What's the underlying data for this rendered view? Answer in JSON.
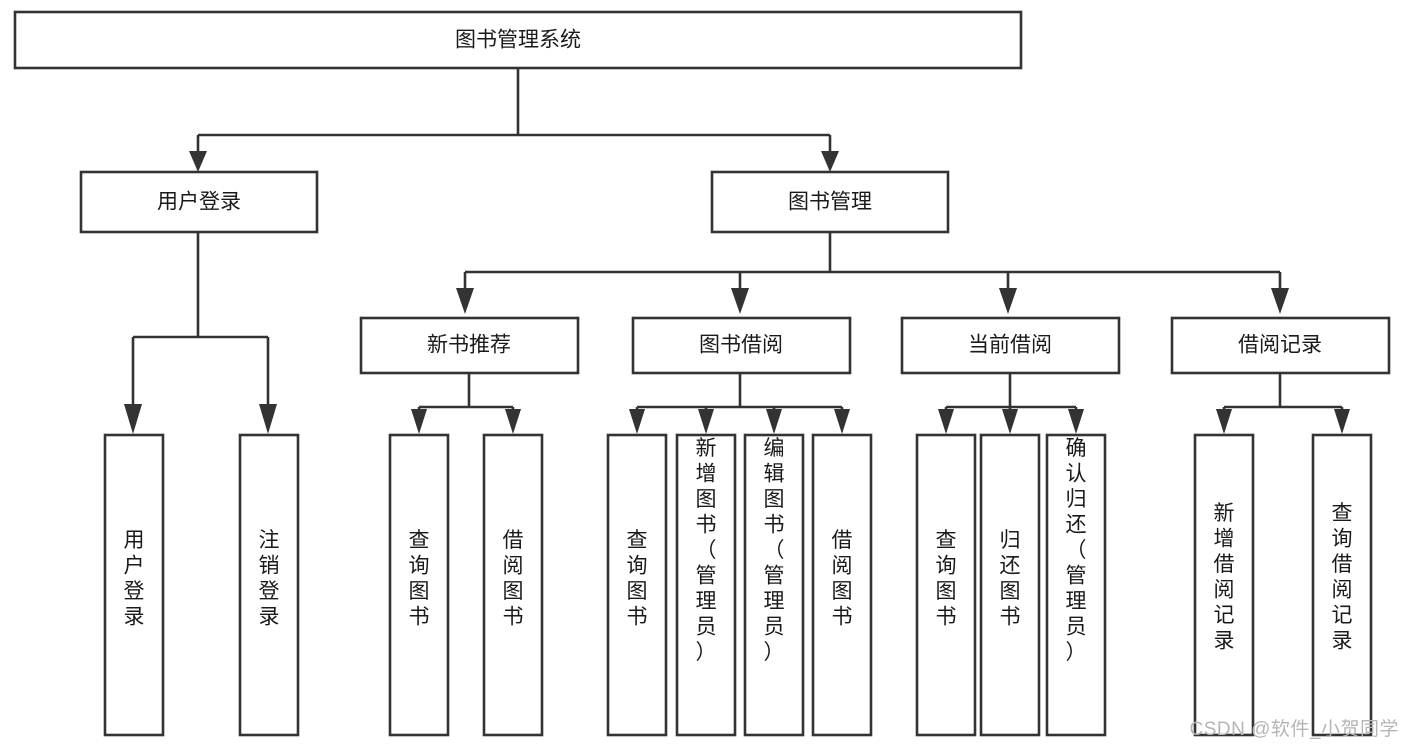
{
  "diagram": {
    "type": "tree-hierarchy",
    "title": "图书管理系统",
    "watermark": "CSDN @软件_小贺同学",
    "colors": {
      "box_stroke": "#333333",
      "box_fill": "#ffffff",
      "text": "#1a1a1a",
      "watermark": "#b5b5b5",
      "background": "#ffffff"
    },
    "root": {
      "label": "图书管理系统",
      "orientation": "horizontal"
    },
    "level2": [
      {
        "label": "用户登录",
        "orientation": "horizontal"
      },
      {
        "label": "图书管理",
        "orientation": "horizontal"
      }
    ],
    "level3": [
      {
        "label": "新书推荐",
        "orientation": "horizontal",
        "parent": "图书管理"
      },
      {
        "label": "图书借阅",
        "orientation": "horizontal",
        "parent": "图书管理"
      },
      {
        "label": "当前借阅",
        "orientation": "horizontal",
        "parent": "图书管理"
      },
      {
        "label": "借阅记录",
        "orientation": "horizontal",
        "parent": "图书管理"
      }
    ],
    "leaves": {
      "用户登录": [
        {
          "label": "用户登录",
          "orientation": "vertical"
        },
        {
          "label": "注销登录",
          "orientation": "vertical"
        }
      ],
      "新书推荐": [
        {
          "label": "查询图书",
          "orientation": "vertical"
        },
        {
          "label": "借阅图书",
          "orientation": "vertical"
        }
      ],
      "图书借阅": [
        {
          "label": "查询图书",
          "orientation": "vertical"
        },
        {
          "label": "新增图书（管理员）",
          "orientation": "vertical"
        },
        {
          "label": "编辑图书（管理员）",
          "orientation": "vertical"
        },
        {
          "label": "借阅图书",
          "orientation": "vertical"
        }
      ],
      "当前借阅": [
        {
          "label": "查询图书",
          "orientation": "vertical"
        },
        {
          "label": "归还图书",
          "orientation": "vertical"
        },
        {
          "label": "确认归还（管理员）",
          "orientation": "vertical"
        }
      ],
      "借阅记录": [
        {
          "label": "新增借阅记录",
          "orientation": "vertical"
        },
        {
          "label": "查询借阅记录",
          "orientation": "vertical"
        }
      ]
    }
  }
}
